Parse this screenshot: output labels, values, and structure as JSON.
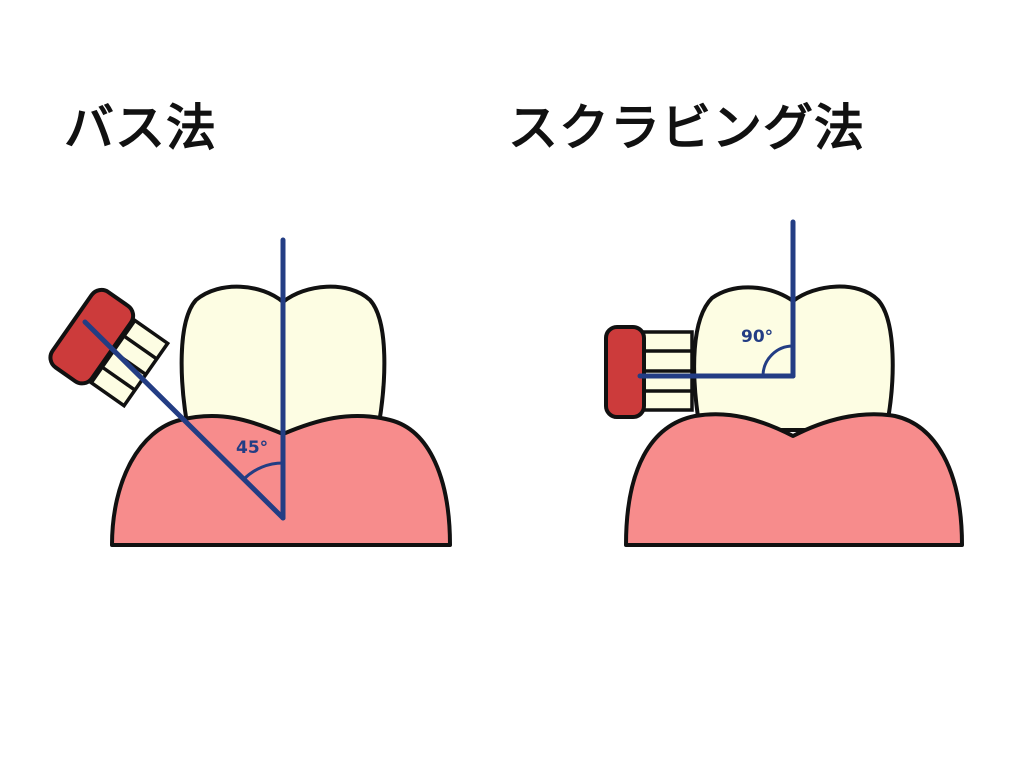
{
  "colors": {
    "outline": "#111111",
    "gum": "#f78c8c",
    "tooth": "#fdfde3",
    "brush_head": "#cc3b3b",
    "bristle": "#fdfde3",
    "angle_line": "#233d84"
  },
  "left_panel": {
    "title": "バス法",
    "angle_label": "45°",
    "angle_degrees": 45
  },
  "right_panel": {
    "title": "スクラビング法",
    "angle_label": "90°",
    "angle_degrees": 90
  }
}
